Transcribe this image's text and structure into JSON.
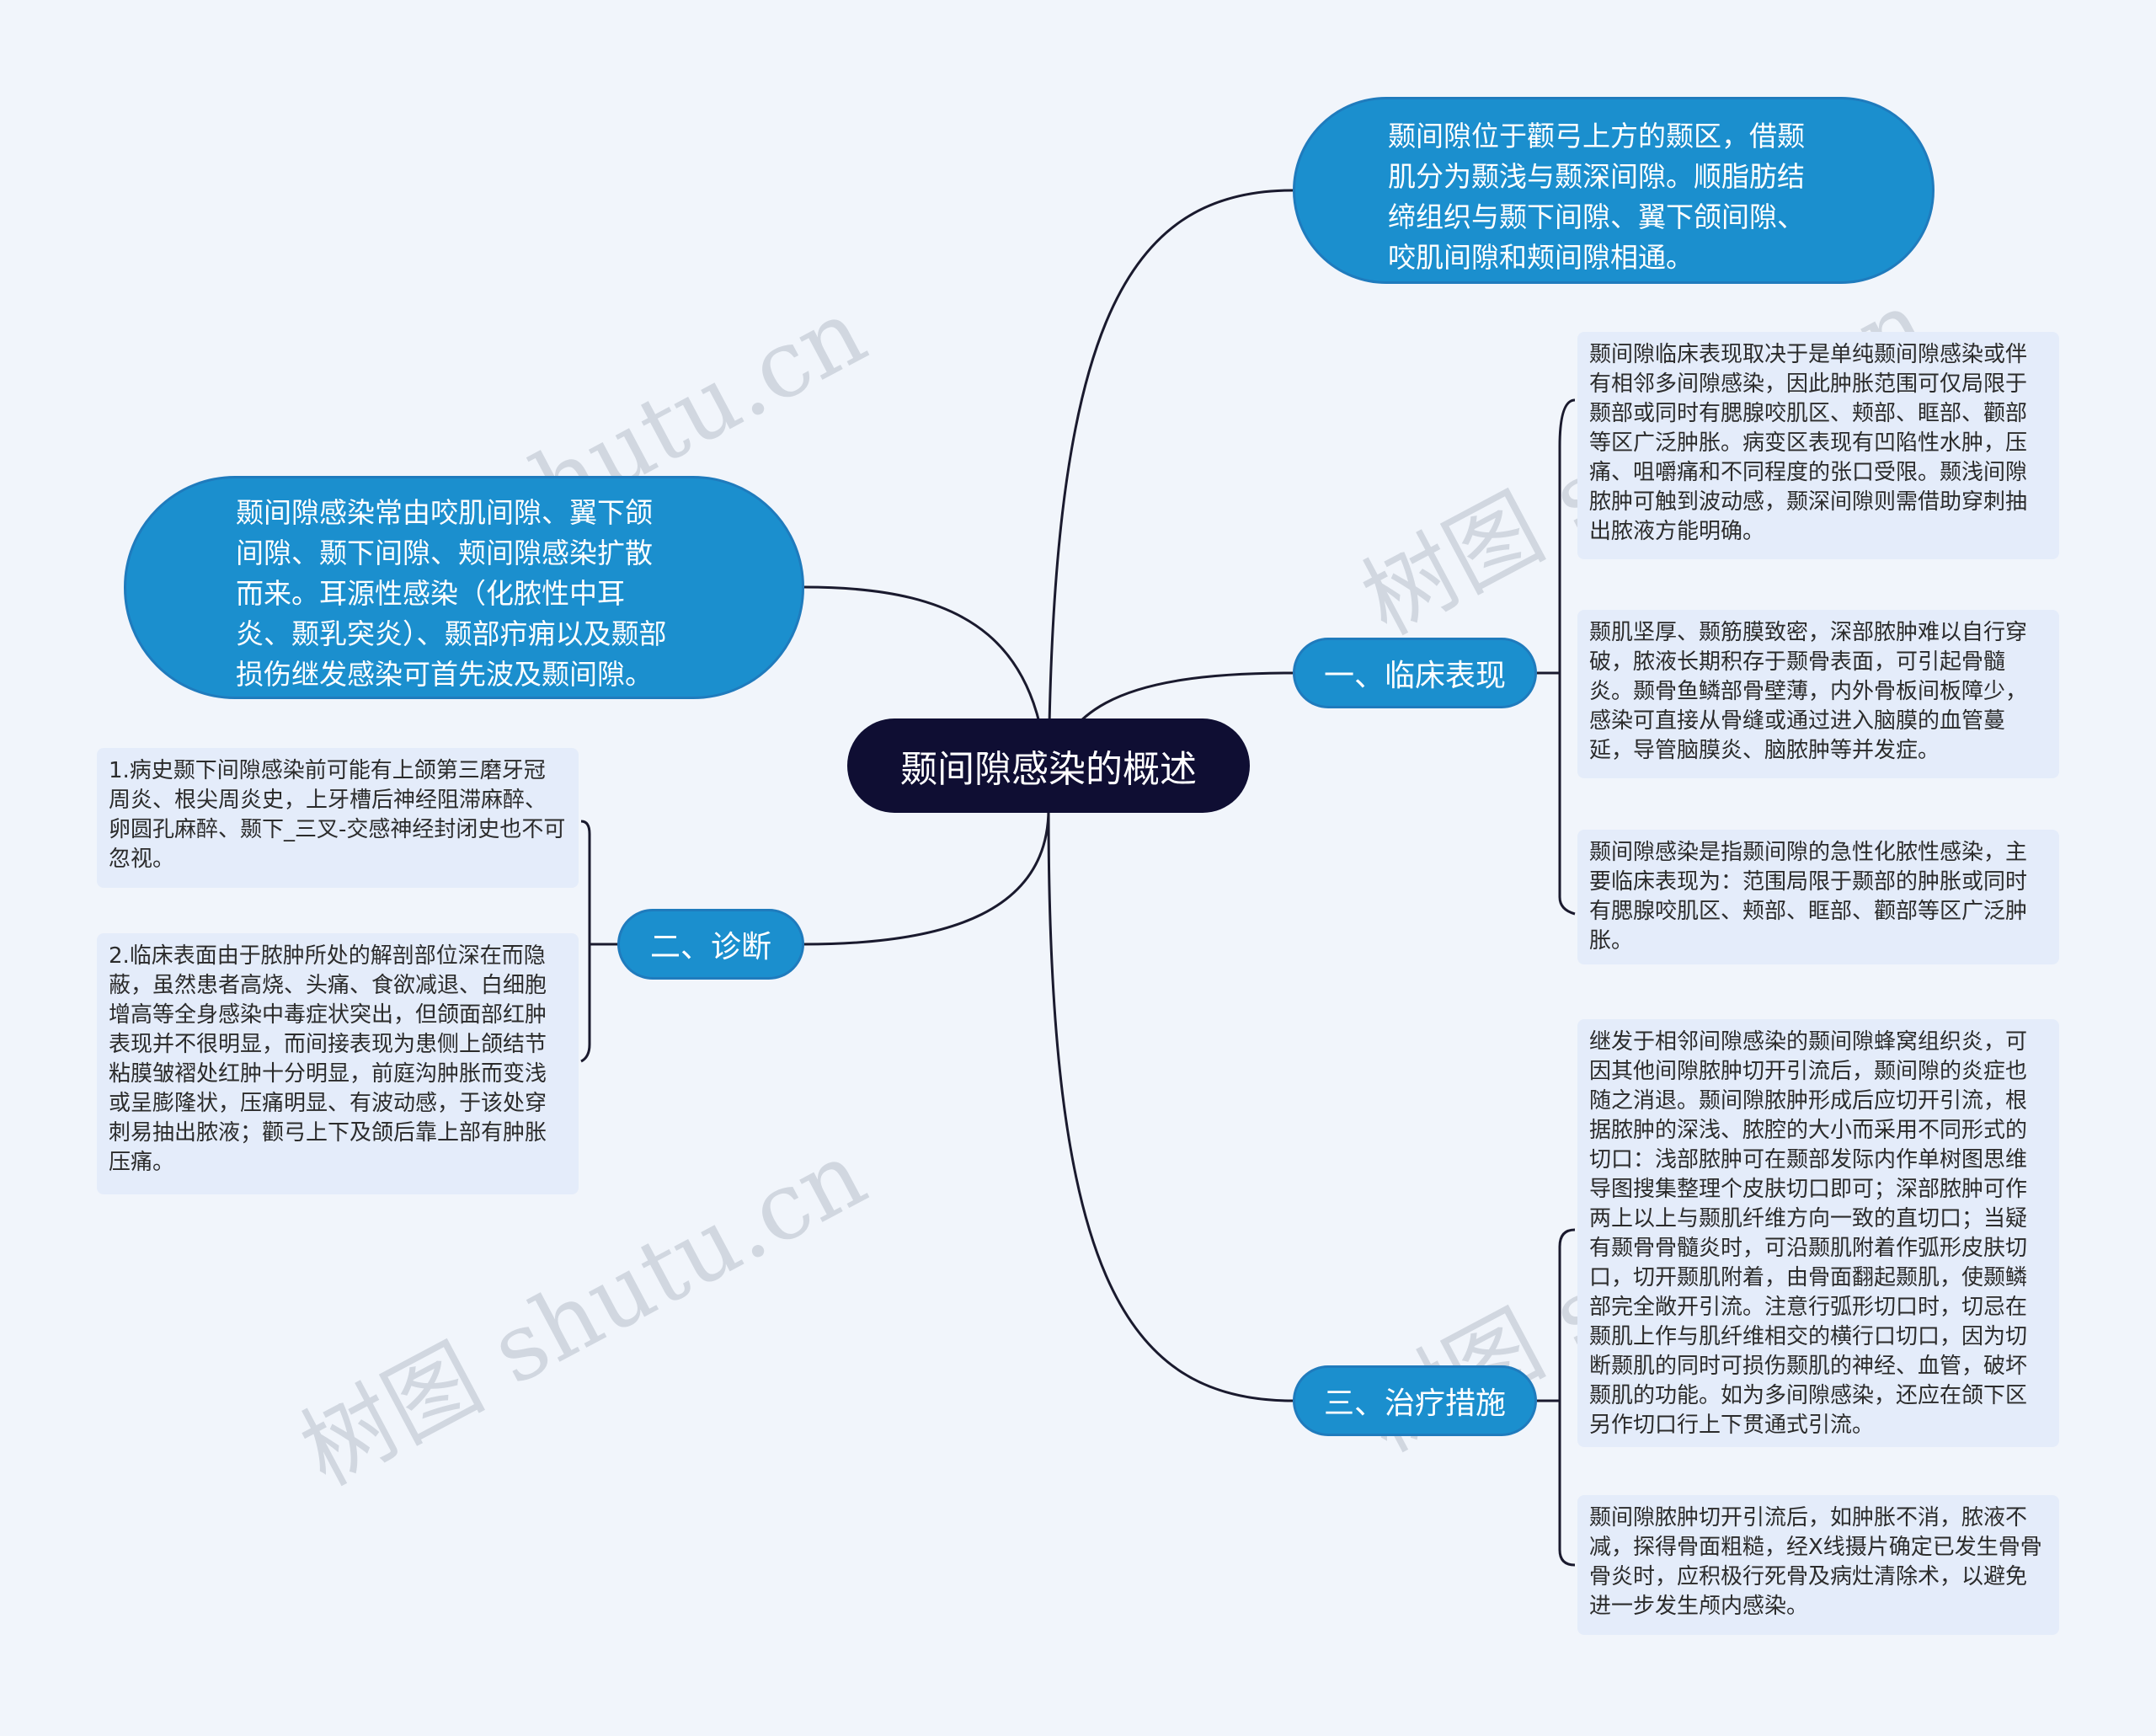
{
  "watermark": "树图 shutu.cn",
  "colors": {
    "background": "#f1f5fb",
    "root_fill": "#0f0e33",
    "branch_fill": "#1b8fce",
    "leaf_fill": "#e4ecfa",
    "line": "#1a1a2e"
  },
  "root": {
    "label": "颞间隙感染的概述"
  },
  "top_node": {
    "text": "颞间隙位于颧弓上方的颞区，借颞肌分为颞浅与颞深间隙。顺脂肪结缔组织与颞下间隙、翼下颌间隙、咬肌间隙和颊间隙相通。"
  },
  "left_node": {
    "text": "颞间隙感染常由咬肌间隙、翼下颌间隙、颞下间隙、颊间隙感染扩散而来。耳源性感染（化脓性中耳炎、颞乳突炎）、颞部疖痈以及颞部损伤继发感染可首先波及颞间隙。"
  },
  "branches": {
    "clinical": {
      "label": "一、临床表现",
      "leaves": [
        "颞间隙临床表现取决于是单纯颞间隙感染或伴有相邻多间隙感染，因此肿胀范围可仅局限于颞部或同时有腮腺咬肌区、颊部、眶部、颧部等区广泛肿胀。病变区表现有凹陷性水肿，压痛、咀嚼痛和不同程度的张口受限。颞浅间隙脓肿可触到波动感，颞深间隙则需借助穿刺抽出脓液方能明确。",
        "颞肌坚厚、颞筋膜致密，深部脓肿难以自行穿破，脓液长期积存于颞骨表面，可引起骨髓炎。颞骨鱼鳞部骨壁薄，内外骨板间板障少，感染可直接从骨缝或通过进入脑膜的血管蔓延，导管脑膜炎、脑脓肿等并发症。",
        "颞间隙感染是指颞间隙的急性化脓性感染，主要临床表现为：范围局限于颞部的肿胀或同时有腮腺咬肌区、颊部、眶部、颧部等区广泛肿胀。"
      ]
    },
    "diagnosis": {
      "label": "二、诊断",
      "leaves": [
        "1.病史颞下间隙感染前可能有上颌第三磨牙冠周炎、根尖周炎史，上牙槽后神经阻滞麻醉、卵圆孔麻醉、颞下_三叉-交感神经封闭史也不可忽视。",
        "2.临床表面由于脓肿所处的解剖部位深在而隐蔽，虽然患者高烧、头痛、食欲减退、白细胞增高等全身感染中毒症状突出，但颌面部红肿表现并不很明显，而间接表现为患侧上颌结节粘膜皱褶处红肿十分明显，前庭沟肿胀而变浅或呈膨隆状，压痛明显、有波动感，于该处穿刺易抽出脓液；颧弓上下及颌后靠上部有肿胀压痛。"
      ]
    },
    "treatment": {
      "label": "三、治疗措施",
      "leaves": [
        "继发于相邻间隙感染的颞间隙蜂窝组织炎，可因其他间隙脓肿切开引流后，颞间隙的炎症也随之消退。颞间隙脓肿形成后应切开引流，根据脓肿的深浅、脓腔的大小而采用不同形式的切口：浅部脓肿可在颞部发际内作单树图思维导图搜集整理个皮肤切口即可；深部脓肿可作两上以上与颞肌纤维方向一致的直切口；当疑有颞骨骨髓炎时，可沿颞肌附着作弧形皮肤切口，切开颞肌附着，由骨面翻起颞肌，使颞鳞部完全敞开引流。注意行弧形切口时，切忌在颞肌上作与肌纤维相交的横行口切口，因为切断颞肌的同时可损伤颞肌的神经、血管，破坏颞肌的功能。如为多间隙感染，还应在颌下区另作切口行上下贯通式引流。",
        "颞间隙脓肿切开引流后，如肿胀不消，脓液不减，探得骨面粗糙，经X线摄片确定已发生骨骨骨炎时，应积极行死骨及病灶清除术，以避免进一步发生颅内感染。"
      ]
    }
  }
}
